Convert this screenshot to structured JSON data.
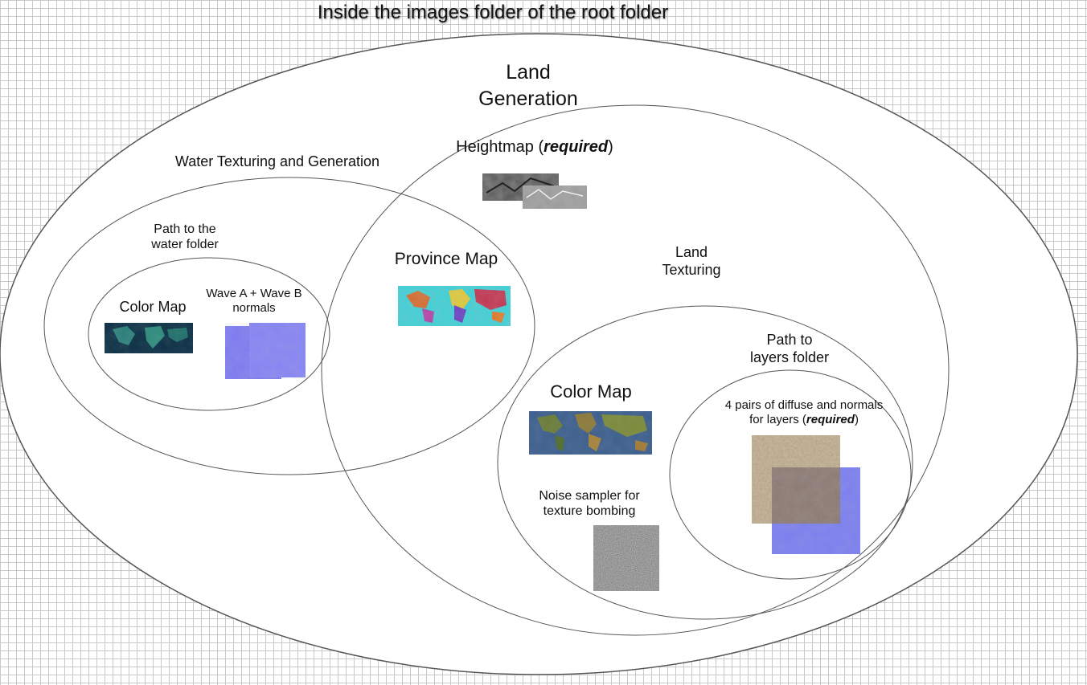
{
  "title": "Inside the images folder of the root folder",
  "land_generation": {
    "line1": "Land",
    "line2": "Generation"
  },
  "water": {
    "title": "Water Texturing and Generation",
    "path_line1": "Path to the",
    "path_line2": "water folder",
    "color_map": "Color Map",
    "normals_line1": "Wave A + Wave B",
    "normals_line2": "normals"
  },
  "heightmap": {
    "label": "Heightmap (",
    "required": "required",
    "close": ")"
  },
  "province_map": "Province Map",
  "land_texturing": {
    "line1": "Land",
    "line2": "Texturing",
    "color_map": "Color Map",
    "noise_line1": "Noise sampler for",
    "noise_line2": "texture bombing"
  },
  "layers": {
    "path_line1": "Path to",
    "path_line2": "layers folder",
    "pairs_line1": "4 pairs of diffuse and normals",
    "pairs_line2_pre": "for layers (",
    "pairs_required": "required",
    "pairs_close": ")"
  },
  "icons": {
    "heightmap": "grayscale-terrain-image",
    "province_map": "colored-province-map-image",
    "water_color_map": "dark-blue-world-map-image",
    "water_normals": "purple-normal-map-image",
    "land_color_map": "satellite-world-map-image",
    "noise": "gray-noise-image",
    "diffuse": "beige-dirt-texture-image",
    "layer_normals": "blue-normal-map-image"
  },
  "colors": {
    "ellipse_stroke": "#555555",
    "normal_map": "#7d7bf2",
    "water_map": "#0f3a4a"
  }
}
